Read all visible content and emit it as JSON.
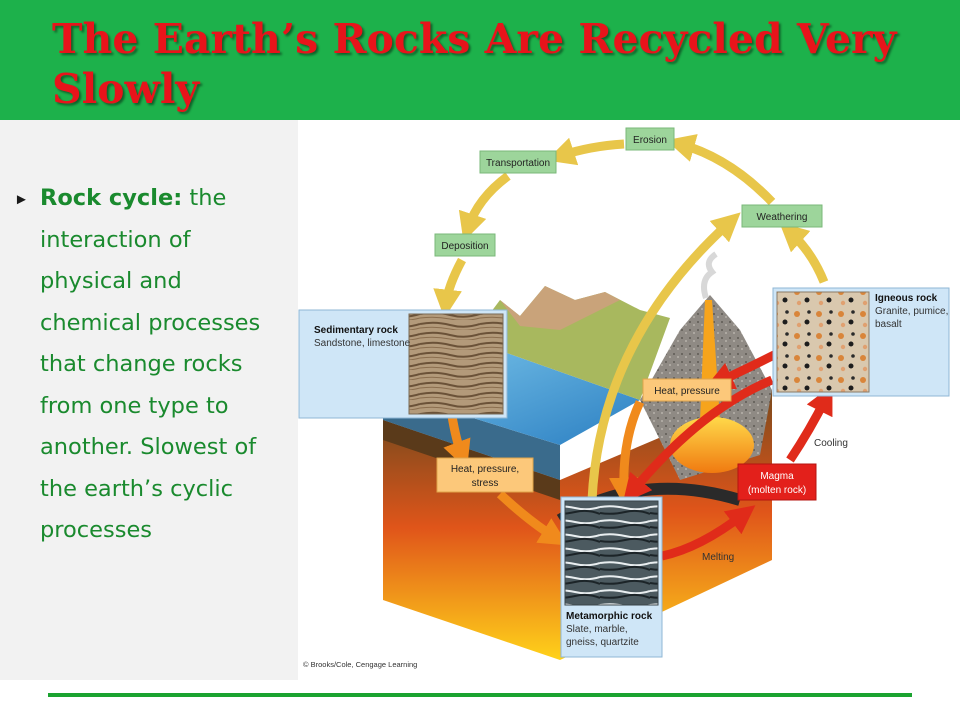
{
  "slide": {
    "title": "The Earth’s Rocks Are Recycled Very Slowly",
    "bullet": {
      "term": "Rock cycle:",
      "definition": " the interaction of physical and chemical processes that change rocks from one type to another. Slowest of the earth’s cyclic processes"
    }
  },
  "diagram": {
    "processes": {
      "erosion": "Erosion",
      "transportation": "Transportation",
      "weathering": "Weathering",
      "deposition": "Deposition",
      "heat_pressure": "Heat, pressure",
      "heat_pressure_stress_1": "Heat, pressure,",
      "heat_pressure_stress_2": "stress",
      "cooling": "Cooling",
      "melting": "Melting"
    },
    "magma": {
      "line1": "Magma",
      "line2": "(molten rock)"
    },
    "rocks": {
      "sedimentary": {
        "name": "Sedimentary rock",
        "examples": "Sandstone, limestone"
      },
      "igneous": {
        "name": "Igneous rock",
        "examples_1": "Granite, pumice,",
        "examples_2": "basalt"
      },
      "metamorphic": {
        "name": "Metamorphic rock",
        "examples_1": "Slate, marble,",
        "examples_2": "gneiss, quartzite"
      }
    },
    "credit": "© Brooks/Cole, Cengage Learning"
  },
  "colors": {
    "title_bar": "#1db14b",
    "title_text": "#e8141b",
    "body_text": "#1a8a2e",
    "process_label": "#9dd59b",
    "rock_panel": "#cfe6f7",
    "cycle_arrow": "#e8c64a",
    "heat_arrow": "#f08a1c",
    "magma_arrow": "#e02b1a"
  }
}
